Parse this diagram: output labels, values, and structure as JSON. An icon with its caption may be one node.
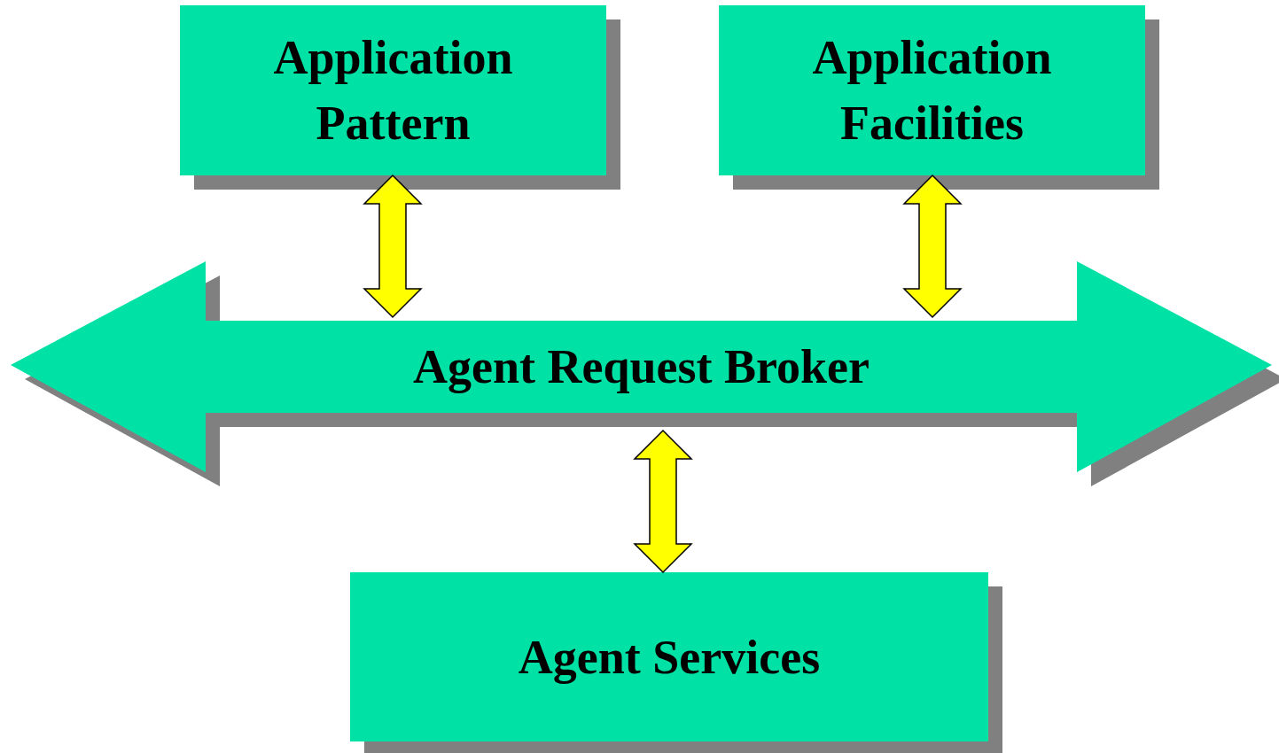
{
  "diagram": {
    "nodes": [
      {
        "text": [
          "Application Pattern"
        ]
      },
      {
        "text": [
          "Application Facilities"
        ]
      },
      {
        "text": [
          "Agent Request Broker"
        ]
      },
      {
        "text": [
          "Agent Services"
        ]
      }
    ],
    "edges": [
      {
        "from": 0,
        "to": 2,
        "arrow": "both"
      },
      {
        "from": 1,
        "to": 2,
        "arrow": "both"
      },
      {
        "from": 2,
        "to": 3,
        "arrow": "both"
      }
    ]
  }
}
